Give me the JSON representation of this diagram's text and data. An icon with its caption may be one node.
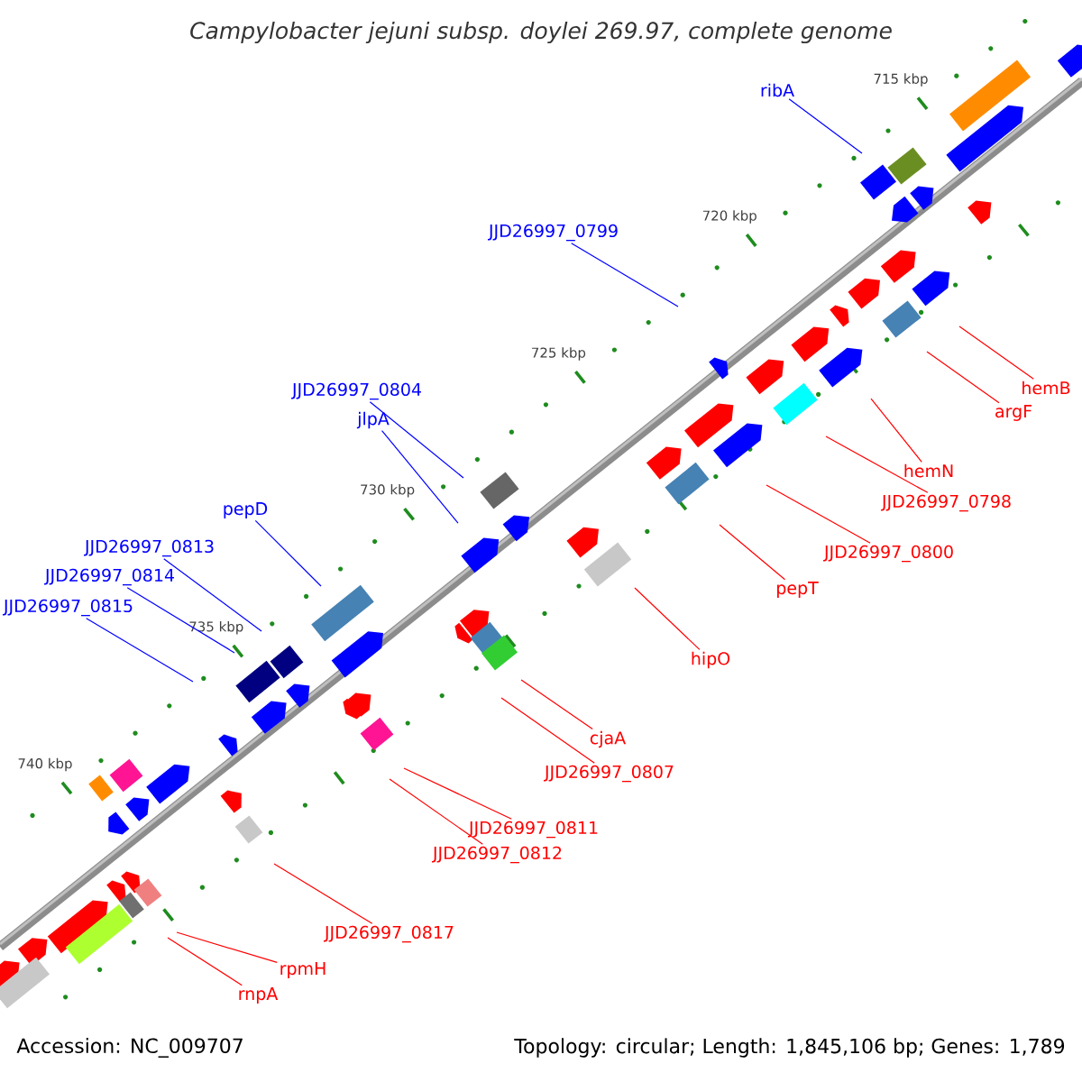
{
  "diagram": {
    "title": "Campylobacter jejuni subsp. doylei 269.97, complete genome",
    "nodes": [
      {
        "text": [
          "ribA"
        ]
      },
      {
        "text": [
          "JJD26997_0799"
        ]
      },
      {
        "text": [
          "JJD26997_0804"
        ]
      },
      {
        "text": [
          "hemB"
        ]
      },
      {
        "text": [
          "jlpA"
        ]
      },
      {
        "text": [
          "argF"
        ]
      },
      {
        "text": [
          "hemN"
        ]
      },
      {
        "text": [
          "JJD26997_0798"
        ]
      },
      {
        "text": [
          "pepD"
        ]
      },
      {
        "text": [
          "JJD26997_0813"
        ]
      },
      {
        "text": [
          "JJD26997_0800"
        ]
      },
      {
        "text": [
          "JJD26997_0814"
        ]
      },
      {
        "text": [
          "pepT"
        ]
      },
      {
        "text": [
          "JJD26997_0815"
        ]
      },
      {
        "text": [
          "hipO"
        ]
      },
      {
        "text": [
          "cjaA"
        ]
      },
      {
        "text": [
          "JJD26997_0807"
        ]
      },
      {
        "text": [
          "JJD26997_0811"
        ]
      },
      {
        "text": [
          "JJD26997_0812"
        ]
      },
      {
        "text": [
          "JJD26997_0817"
        ]
      },
      {
        "text": [
          "rpmH"
        ]
      },
      {
        "text": [
          "rnpA"
        ]
      }
    ],
    "edges": [
      {
        "from": 0,
        "to": null,
        "arrow": "none",
        "color": "#0000ff"
      },
      {
        "from": 1,
        "to": null,
        "arrow": "none",
        "color": "#0000ff"
      },
      {
        "from": 2,
        "to": null,
        "arrow": "none",
        "color": "#0000ff"
      },
      {
        "from": 3,
        "to": null,
        "arrow": "none"
      },
      {
        "from": 4,
        "to": null,
        "arrow": "none",
        "color": "#0000ff"
      },
      {
        "from": 5,
        "to": null,
        "arrow": "none"
      },
      {
        "from": 6,
        "to": null,
        "arrow": "none"
      },
      {
        "from": 7,
        "to": null,
        "arrow": "none"
      },
      {
        "from": 8,
        "to": null,
        "arrow": "none",
        "color": "#0000ff"
      },
      {
        "from": 9,
        "to": null,
        "arrow": "none",
        "color": "#0000ff"
      },
      {
        "from": 10,
        "to": null,
        "arrow": "none"
      },
      {
        "from": 11,
        "to": null,
        "arrow": "none",
        "color": "#0000ff"
      },
      {
        "from": 12,
        "to": null,
        "arrow": "none"
      },
      {
        "from": 13,
        "to": null,
        "arrow": "none",
        "color": "#0000ff"
      },
      {
        "from": 14,
        "to": null,
        "arrow": "none"
      },
      {
        "from": 15,
        "to": null,
        "arrow": "none"
      },
      {
        "from": 16,
        "to": null,
        "arrow": "none"
      },
      {
        "from": 17,
        "to": null,
        "arrow": "none"
      },
      {
        "from": 18,
        "to": null,
        "arrow": "none"
      },
      {
        "from": 19,
        "to": null,
        "arrow": "none"
      },
      {
        "from": 20,
        "to": null,
        "arrow": "none"
      },
      {
        "from": 21,
        "to": null,
        "arrow": "none"
      }
    ],
    "labels": [
      "715 kbp",
      "720 kbp",
      "725 kbp",
      "730 kbp",
      "735 kbp",
      "740 kbp",
      "Accession: NC_009707",
      "Topology: circular; Length: 1,845,106 bp; Genes: 1,789"
    ]
  }
}
